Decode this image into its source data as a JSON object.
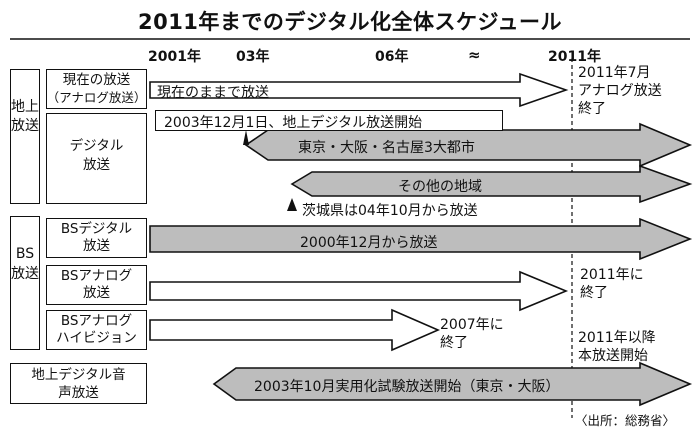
{
  "title": "2011年までのデジタル化全体スケジュール",
  "years": {
    "y2001": "2001年",
    "y03": "03年",
    "y06": "06年",
    "y2011": "2011年"
  },
  "break_mark": "≈",
  "groups": {
    "terrestrial": "地上放送",
    "bs": "BS放送",
    "digital_audio": "地上デジタル音声放送"
  },
  "rows": {
    "current": {
      "label1": "現在の放送",
      "label2": "（アナログ放送）",
      "bar": "現在のままで放送"
    },
    "digital": {
      "label1": "デジタル",
      "label2": "放送",
      "start_note": "2003年12月1日、地上デジタル放送開始",
      "bar1": "東京・大阪・名古屋3大都市",
      "bar2": "その他の地域",
      "ibaraki": "茨城県は04年10月から放送"
    },
    "bs_digital": {
      "label1": "BSデジタル",
      "label2": "放送",
      "bar": "2000年12月から放送"
    },
    "bs_analog": {
      "label1": "BSアナログ",
      "label2": "放送"
    },
    "bs_hivision": {
      "label1": "BSアナログ",
      "label2": "ハイビジョン"
    },
    "audio": {
      "label1": "地上デジタル",
      "label2": "音声放送",
      "bar": "2003年10月実用化試験放送開始（東京・大阪）"
    }
  },
  "notes": {
    "n2011_7": [
      "2011年7月",
      "アナログ放送",
      "終了"
    ],
    "n2011_end": [
      "2011年に",
      "終了"
    ],
    "n2007": [
      "2007年に",
      "終了"
    ],
    "n2011_after": [
      "2011年以降",
      "本放送開始"
    ]
  },
  "source": "〈出所：総務省〉",
  "colors": {
    "gray_arrow": "#bdbdbd",
    "white_arrow": "#ffffff",
    "line": "#111111"
  }
}
